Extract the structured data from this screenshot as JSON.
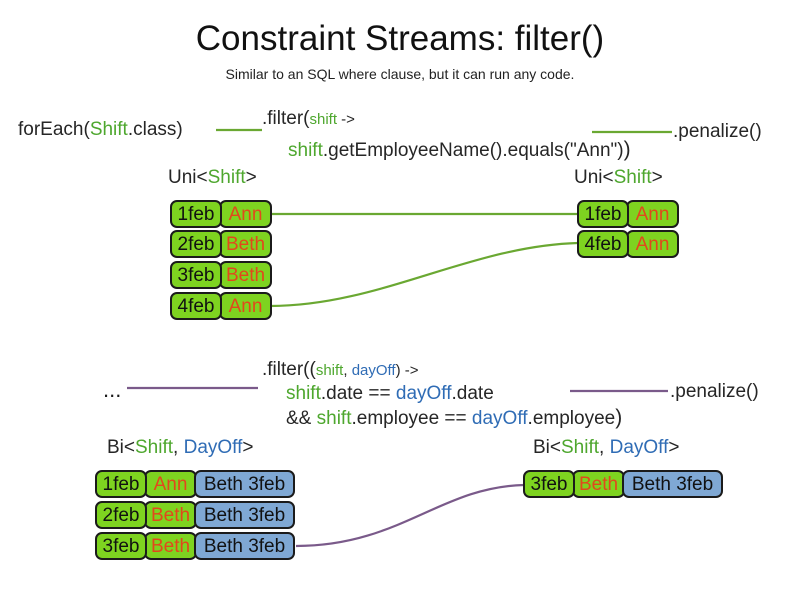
{
  "header": {
    "title": "Constraint Streams: filter()",
    "subtitle": "Similar to an SQL where clause, but it can run any code."
  },
  "colors": {
    "green_accent": "#4ea72e",
    "blue_accent": "#2f6cb5",
    "shift_box": "#7ed320",
    "dayoff_box": "#7fa8d4",
    "name_text": "#e2481c",
    "wire_green": "#6aa832",
    "wire_purple": "#7a5a8a",
    "box_border": "#1b1b1b"
  },
  "top_section": {
    "source_label": {
      "prefix": "forEach(",
      "type": "Shift",
      "suffix": ".class)"
    },
    "filter": {
      "line1_prefix": ".filter(",
      "line1_param": "shift",
      "line1_arrow": " ->",
      "line2_var": "shift",
      "line2_body": ".getEmployeeName().equals(\"Ann\")",
      "line2_close": ")"
    },
    "sink_label": ".penalize()",
    "input_stream": {
      "generic_prefix": "Uni<",
      "generic_type": "Shift",
      "generic_suffix": ">",
      "rows": [
        {
          "date": "1feb",
          "name": "Ann"
        },
        {
          "date": "2feb",
          "name": "Beth"
        },
        {
          "date": "3feb",
          "name": "Beth"
        },
        {
          "date": "4feb",
          "name": "Ann"
        }
      ]
    },
    "output_stream": {
      "generic_prefix": "Uni<",
      "generic_type": "Shift",
      "generic_suffix": ">",
      "rows": [
        {
          "date": "1feb",
          "name": "Ann"
        },
        {
          "date": "4feb",
          "name": "Ann"
        }
      ]
    }
  },
  "bottom_section": {
    "source_label": "...",
    "filter": {
      "line1_prefix": ".filter((",
      "line1_param1": "shift",
      "line1_comma": ", ",
      "line1_param2": "dayOff",
      "line1_suffix": ") ->",
      "line2_var1": "shift",
      "line2_mid": ".date == ",
      "line2_var2": "dayOff",
      "line2_end": ".date",
      "line3_and": "&& ",
      "line3_var1": "shift",
      "line3_mid": ".employee == ",
      "line3_var2": "dayOff",
      "line3_end": ".employee",
      "line3_close": ")"
    },
    "sink_label": ".penalize()",
    "input_stream": {
      "generic_prefix": "Bi<",
      "generic_type1": "Shift",
      "generic_comma": ", ",
      "generic_type2": "DayOff",
      "generic_suffix": ">",
      "rows": [
        {
          "date": "1feb",
          "name": "Ann",
          "dayoff": "Beth 3feb"
        },
        {
          "date": "2feb",
          "name": "Beth",
          "dayoff": "Beth 3feb"
        },
        {
          "date": "3feb",
          "name": "Beth",
          "dayoff": "Beth 3feb"
        }
      ]
    },
    "output_stream": {
      "generic_prefix": "Bi<",
      "generic_type1": "Shift",
      "generic_comma": ", ",
      "generic_type2": "DayOff",
      "generic_suffix": ">",
      "rows": [
        {
          "date": "3feb",
          "name": "Beth",
          "dayoff": "Beth 3feb"
        }
      ]
    }
  }
}
